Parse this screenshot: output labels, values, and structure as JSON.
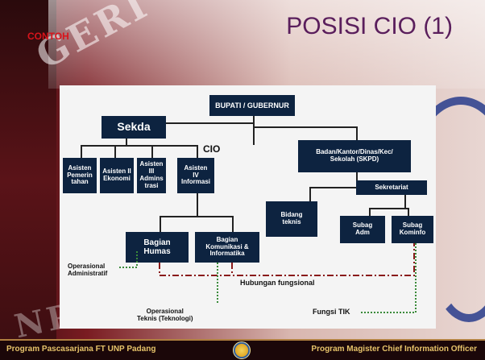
{
  "slide": {
    "title": "POSISI CIO (1)",
    "subtitle": "CONTOH",
    "watermark_top": "GERI",
    "watermark_bottom": "NP"
  },
  "org_chart": {
    "top": "BUPATI / GUBERNUR",
    "sekda": "Sekda",
    "asisten": [
      "Asisten\nPemerin\ntahan",
      "Asisten II\nEkonomi",
      "Asisten\nIII\nAdmins\ntrasi",
      "Asisten\nIV\nInformasi"
    ],
    "cio_label": "CIO",
    "bagian_humas": "Bagian\nHumas",
    "bagian_kominfo": "Bagian\nKomunikasi &\nInformatika",
    "skpd": "Badan/Kantor/Dinas/Kec/\nSekolah (SKPD)",
    "sekretariat": "Sekretariat",
    "bidang_teknis": "Bidang\nteknis",
    "subag_adm": "Subag\nAdm",
    "subag_kominfo": "Subag\nKominfo",
    "labels": {
      "operasional_admin": "Operasional\nAdministratif",
      "operasional_teknis": "Operasional\nTeknis (Teknologi)",
      "hubungan": "Hubungan fungsional",
      "fungsi_tik": "Fungsi TIK"
    }
  },
  "footer": {
    "left": "Program Pascasarjana FT UNP Padang",
    "right": "Program Magister Chief Information Officer"
  },
  "colors": {
    "box": "#0d2340",
    "accent_title": "#5a1e5c",
    "contoh": "#d9141b",
    "footer_text": "#e6c36a",
    "dash_red": "#8a1a1a",
    "dash_green": "#3a8a3a"
  }
}
